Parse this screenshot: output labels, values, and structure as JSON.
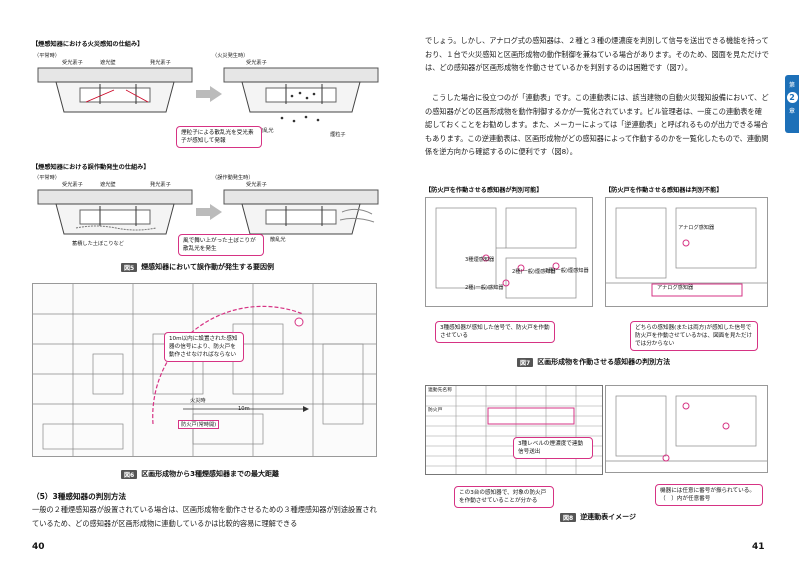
{
  "left_page": {
    "fig5_section1_title": "【煙感知器における火災感知の仕組み】",
    "fig5_section2_title": "【煙感知器における誤作動発生の仕組み】",
    "normal_label": "（平常時）",
    "fire_label": "（火災発生時）",
    "malfunction_label": "（誤作動発生時）",
    "labels_normal": [
      "受光素子",
      "遮光壁",
      "発光素子"
    ],
    "label_receiver": "受光素子",
    "label_scattered": "散乱光",
    "label_smoke": "煙粒子",
    "box_smoke_particles": "煙粒子による散乱光を受光素子が感知して発報",
    "label_dust": "蓄積した土ぼこりなど",
    "box_dust": "風で舞い上がった土ぼこりが散乱光を発生",
    "fig5_label": "図5",
    "fig5_caption": "煙感知器において誤作動が発生する要因例",
    "fig6_box": "10m以内に設置された感知器の信号により、防火戸を動作させなければならない",
    "fig6_fire": "火災時",
    "fig6_dist": "10m",
    "fig6_door": "防火戸(常時開)",
    "fig6_label": "図6",
    "fig6_caption": "区画形成物から3種煙感知器までの最大距離",
    "section_heading": "（5）3種感知器の判別方法",
    "body_text": "一般の２種煙感知器が設置されている場合は、区画形成物を動作させるための３種煙感知器が別途設置されているため、どの感知器が区画形成物に連動しているかは比較的容易に理解できる",
    "page_number": "40"
  },
  "right_page": {
    "body_text": "でしょう。しかし、アナログ式の感知器は、２種と３種の煙濃度を判別して信号を送出できる機能を持っており、１台で火災感知と区画形成物の動作制御を兼ねている場合があります。そのため、図面を見ただけでは、どの感知器が区画形成物を作動させているかを判別するのは困難です（図7）。",
    "body_text2": "こうした場合に役立つのが「連動表」です。この連動表には、該当建物の自動火災報知設備において、どの感知器がどの区画形成物を動作制御するかが一覧化されています。ビル管理者は、一度この連動表を確認しておくことをお勧めします。また、メーカーによっては「逆連動表」と呼ばれるものが出力できる場合もあります。この逆連動表は、区画形成物がどの感知器によって作動するのかを一覧化したもので、連動関係を逆方向から確認するのに便利です（図8）。",
    "chapter_prefix": "第",
    "chapter_number": "2",
    "chapter_suffix": "章",
    "fig7_left_title": "【防火戸を作動させる感知器が判別可能】",
    "fig7_right_title": "【防火戸を作動させる感知器は判別不能】",
    "fig7_left_box": "3種感知器が感知した信号で、防火戸を作動させている",
    "fig7_right_box": "どちらの感知器(または両方)が感知した信号で防火戸を作動させているかは、図面を見ただけでは分からない",
    "fig7_small_labels": [
      "3種煙感知器",
      "2種(一般)煙感知器",
      "2種(一般)煙感知器",
      "2種(一般)感知器"
    ],
    "fig7_analog_labels": [
      "アナログ感知器",
      "アナログ感知器"
    ],
    "fig7_label": "図7",
    "fig7_caption": "区画形成物を作動させる感知器の判別方法",
    "fig8_box1": "3種レベルの煙濃度で連動信号送出",
    "fig8_box2": "この3台の感知器で、対象の防火戸を作動させていることが分かる",
    "fig8_box3": "機器には任意に番号が振られている。（　）内が任意番号",
    "fig8_table_header": "連動先名称",
    "fig8_table_sub": "防火戸",
    "fig8_label": "図8",
    "fig8_caption": "逆連動表イメージ",
    "page_number": "41"
  },
  "colors": {
    "accent": "#d63384",
    "tab": "#1d70b8"
  }
}
